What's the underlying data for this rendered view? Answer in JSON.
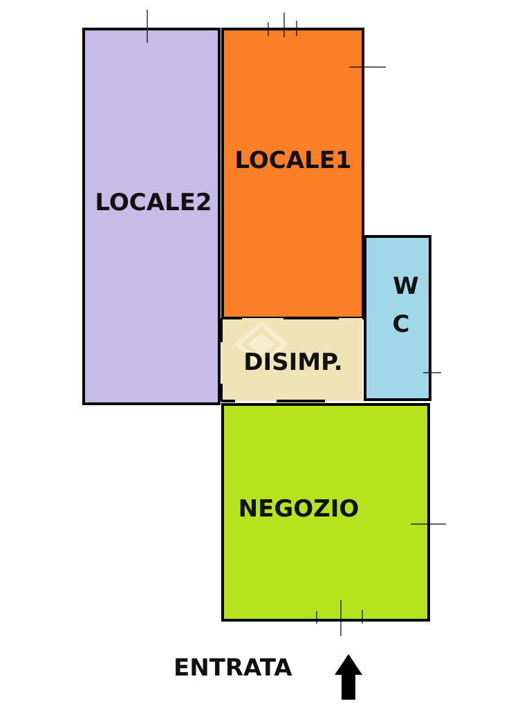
{
  "plan": {
    "rooms": [
      {
        "id": "locale2",
        "label": "LOCALE2",
        "color": "#c5bde6"
      },
      {
        "id": "locale1",
        "label": "LOCALE1",
        "color": "#fb7f27"
      },
      {
        "id": "wc",
        "label_line1": "W",
        "label_line2": "C",
        "color": "#a0d8ea"
      },
      {
        "id": "disimp",
        "label": "DISIMP.",
        "color": "#efe4b5"
      },
      {
        "id": "negozio",
        "label": "NEGOZIO",
        "color": "#b5e31e"
      }
    ],
    "entrance": {
      "label": "ENTRATA",
      "icon": "arrow-up-icon"
    },
    "wall_color": "#000000"
  }
}
